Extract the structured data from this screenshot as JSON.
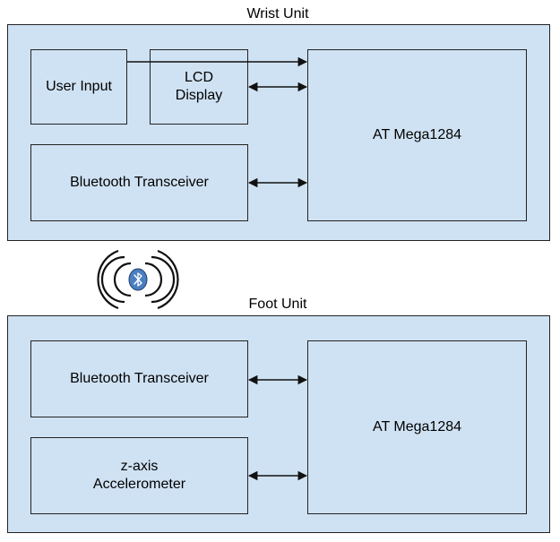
{
  "wrist_unit": {
    "title": "Wrist Unit",
    "blocks": {
      "user_input": "User Input",
      "lcd_display": "LCD\nDisplay",
      "bluetooth_transceiver": "Bluetooth Transceiver",
      "mcu": "AT Mega1284"
    }
  },
  "foot_unit": {
    "title": "Foot Unit",
    "blocks": {
      "bluetooth_transceiver": "Bluetooth Transceiver",
      "accelerometer": "z-axis\nAccelerometer",
      "mcu": "AT Mega1284"
    }
  },
  "colors": {
    "block_fill": "#cfe2f3",
    "stroke": "#222222",
    "bluetooth_icon": "#4a7fc0"
  },
  "icons": {
    "wireless": "bluetooth-signal-icon"
  }
}
